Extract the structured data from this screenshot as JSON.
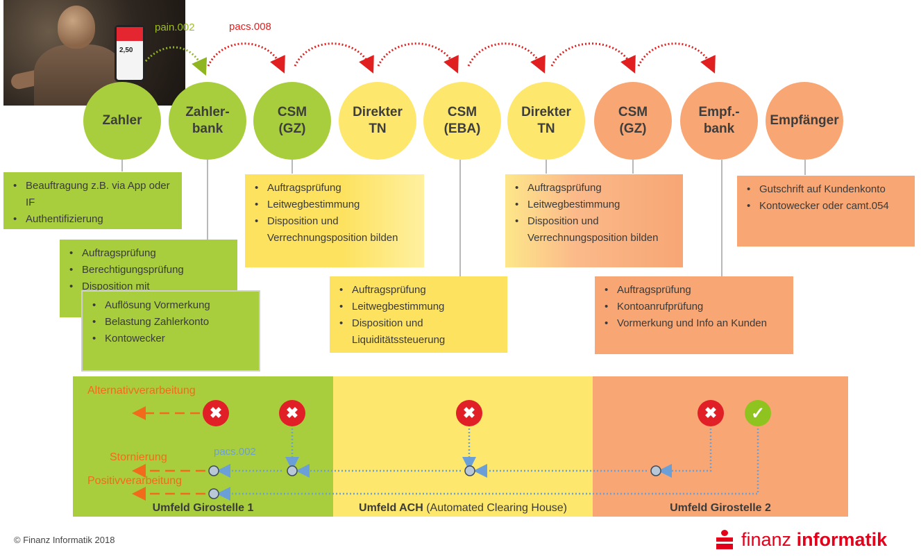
{
  "messages": {
    "pain": "pain.002",
    "pacs008": "pacs.008",
    "pacs002": "pacs.002"
  },
  "photo_phone_text": "2,50",
  "nodes": [
    {
      "label": "Zahler",
      "color": "green"
    },
    {
      "label": "Zahler-\nbank",
      "color": "green"
    },
    {
      "label": "CSM\n(GZ)",
      "color": "green"
    },
    {
      "label": "Direkter\nTN",
      "color": "yellow"
    },
    {
      "label": "CSM\n(EBA)",
      "color": "yellow"
    },
    {
      "label": "Direkter\nTN",
      "color": "yellow"
    },
    {
      "label": "CSM\n(GZ)",
      "color": "orange"
    },
    {
      "label": "Empf.-\nbank",
      "color": "orange"
    },
    {
      "label": "Empfänger",
      "color": "orange"
    }
  ],
  "boxes": {
    "zahler": [
      "Beauftragung  z.B. via App oder IF",
      "Authentifizierung"
    ],
    "zahlerbank_1": [
      "Auftragsprüfung",
      "Berechtigungsprüfung",
      "Disposition mit"
    ],
    "zahlerbank_2": [
      "Auflösung Vormerkung",
      "Belastung Zahlerkonto",
      "Kontowecker"
    ],
    "csm_gz_1": [
      "Auftragsprüfung",
      "Leitwegbestimmung",
      "Disposition und Verrechnungsposition bilden"
    ],
    "csm_eba": [
      "Auftragsprüfung",
      "Leitwegbestimmung",
      "Disposition und Liquiditätssteuerung"
    ],
    "direkter_tn_2": [
      "Auftragsprüfung",
      "Leitwegbestimmung",
      "Disposition und Verrechnungsposition bilden"
    ],
    "empf_bank": [
      "Auftragsprüfung",
      "Kontoanrufprüfung",
      "Vormerkung und Info an Kunden"
    ],
    "empfaenger": [
      "Gutschrift auf Kundenkonto",
      "Kontowecker oder camt.054"
    ]
  },
  "zones": [
    {
      "bold": "Umfeld Girostelle 1",
      "rest": ""
    },
    {
      "bold": "Umfeld ACH",
      "rest": " (Automated Clearing House)"
    },
    {
      "bold": "Umfeld Girostelle 2",
      "rest": ""
    }
  ],
  "status_labels": {
    "alternative": "Alternativverarbeitung",
    "storno": "Stornierung",
    "positive": "Positivverarbeitung"
  },
  "marks": {
    "reject": "✖",
    "accept": "✓"
  },
  "footer": {
    "copyright": "© Finanz Informatik 2018",
    "logo_regular": "finanz ",
    "logo_bold": "informatik"
  },
  "colors": {
    "green": "#a8ce3d",
    "yellow": "#fde76c",
    "orange": "#f7a674",
    "red": "#e01f26",
    "status_orange": "#f26a1b",
    "pacs_blue": "#6a9fd8"
  }
}
